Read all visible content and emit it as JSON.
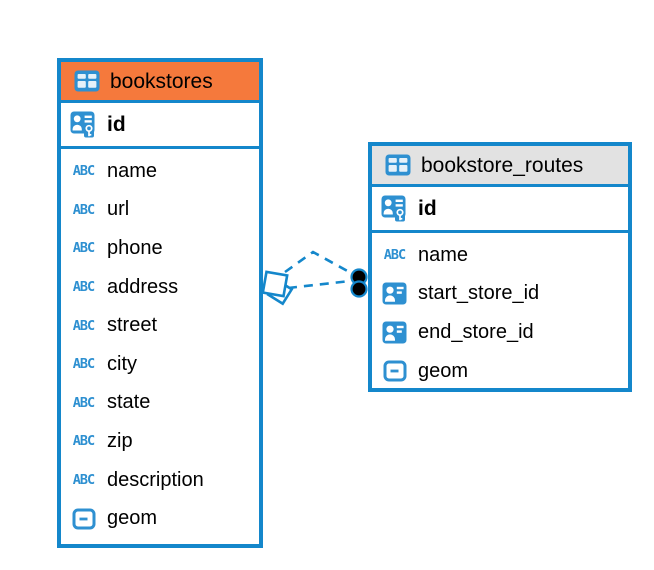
{
  "colors": {
    "blue": "#1487CB",
    "iconblue": "#2E90D1",
    "orange": "#F5793C",
    "gray": "#E2E2E2",
    "ink": "#000000",
    "bg": "#FFFFFF"
  },
  "icons": {
    "text": "ABC"
  },
  "entities": [
    {
      "name": "bookstores",
      "header_color": "#F5793C",
      "primary_key": {
        "name": "id",
        "type": "primary-key"
      },
      "fields": [
        {
          "name": "name",
          "type": "text"
        },
        {
          "name": "url",
          "type": "text"
        },
        {
          "name": "phone",
          "type": "text"
        },
        {
          "name": "address",
          "type": "text"
        },
        {
          "name": "street",
          "type": "text"
        },
        {
          "name": "city",
          "type": "text"
        },
        {
          "name": "state",
          "type": "text"
        },
        {
          "name": "zip",
          "type": "text"
        },
        {
          "name": "description",
          "type": "text"
        },
        {
          "name": "geom",
          "type": "geometry"
        }
      ]
    },
    {
      "name": "bookstore_routes",
      "header_color": "#E2E2E2",
      "primary_key": {
        "name": "id",
        "type": "primary-key"
      },
      "fields": [
        {
          "name": "name",
          "type": "text"
        },
        {
          "name": "start_store_id",
          "type": "foreign-key"
        },
        {
          "name": "end_store_id",
          "type": "foreign-key"
        },
        {
          "name": "geom",
          "type": "geometry"
        }
      ]
    }
  ],
  "relationships": [
    {
      "from_entity": "bookstore_routes",
      "from_field": "start_store_id",
      "to_entity": "bookstores",
      "to_field": "id",
      "line_style": "dashed"
    },
    {
      "from_entity": "bookstore_routes",
      "from_field": "end_store_id",
      "to_entity": "bookstores",
      "to_field": "id",
      "line_style": "dashed"
    }
  ]
}
